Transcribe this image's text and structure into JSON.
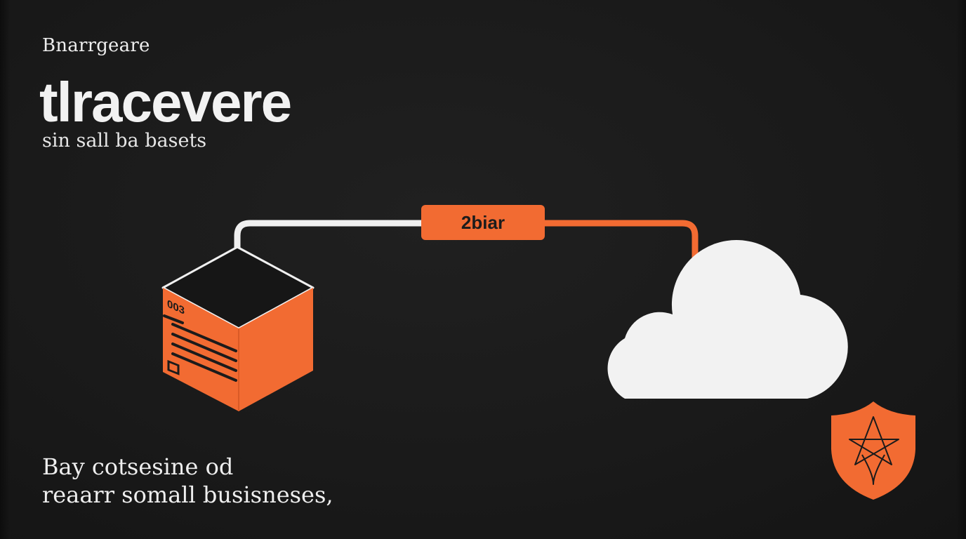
{
  "header": {
    "brand": "Bnarrgeare",
    "headline": "tlracevere",
    "tagline": "sin sall ba basets"
  },
  "diagram": {
    "connector_label": "2biar",
    "server_label": "003",
    "server_icon": "server-box-icon",
    "cloud_icon": "cloud-icon",
    "shield_icon": "shield-icon"
  },
  "footer": {
    "line1": "Bay cotsesine od",
    "line2": "reaarr somall busisneses,"
  },
  "colors": {
    "background": "#1a1a1a",
    "accent": "#f26b32",
    "text": "#eeeeee",
    "cloud": "#f2f2f2"
  }
}
